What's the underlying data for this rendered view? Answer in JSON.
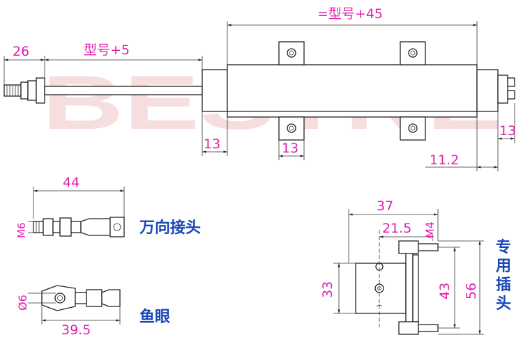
{
  "watermark": {
    "text": "BESTNE",
    "color": "#f6dede"
  },
  "colors": {
    "dimension": "#e020b0",
    "label": "#1848b8",
    "line": "#222222"
  },
  "main_view": {
    "dim_body_length": "=型号+45",
    "dim_stroke": "型号+5",
    "dim_rod_end": "26",
    "dim_left": "13",
    "dim_bracket": "13",
    "dim_right": "13",
    "dim_connector": "11.2"
  },
  "universal_joint": {
    "label": "万向接头",
    "dim_length": "44",
    "dim_thread": "M6"
  },
  "fisheye": {
    "label": "鱼眼",
    "dim_length": "39.5",
    "dim_hole": "Ø6"
  },
  "end_view": {
    "label": [
      "专",
      "用",
      "插",
      "头"
    ],
    "dim_width": "37",
    "dim_inner": "21.5",
    "dim_thread": "M4",
    "dim_h1": "33",
    "dim_h2": "43",
    "dim_h3": "56"
  }
}
